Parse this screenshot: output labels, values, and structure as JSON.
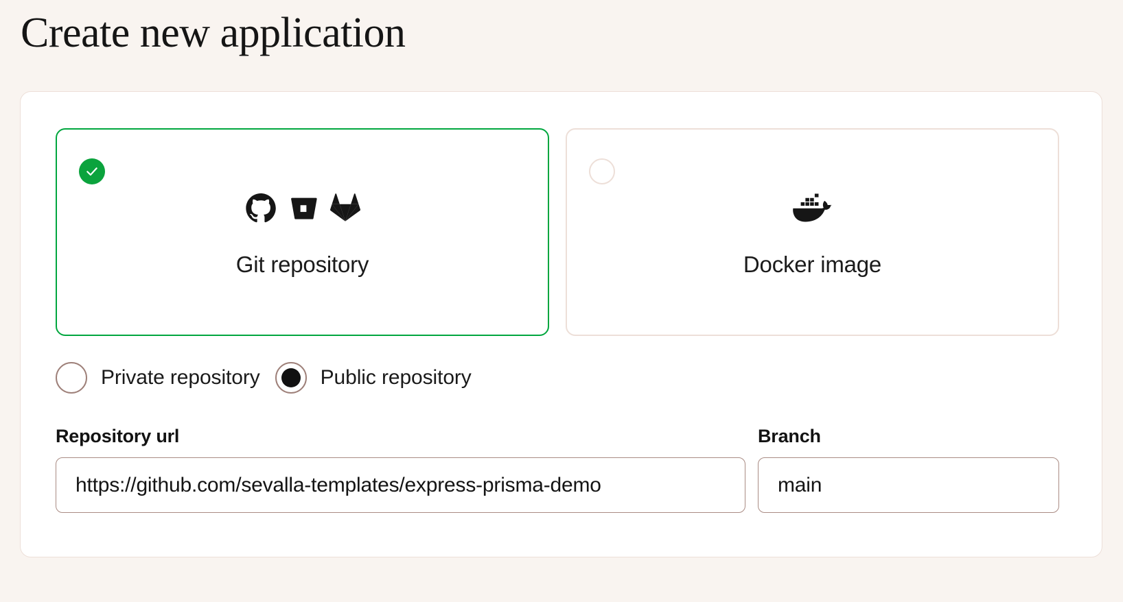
{
  "page": {
    "title": "Create new application",
    "accent_green": "#00a63e",
    "background": "#f9f4f0",
    "panel_border": "#eddfd8",
    "input_border": "#a98b83"
  },
  "source_cards": [
    {
      "id": "git-repository",
      "label": "Git repository",
      "selected": true,
      "icons": [
        "github-icon",
        "bitbucket-icon",
        "gitlab-icon"
      ]
    },
    {
      "id": "docker-image",
      "label": "Docker image",
      "selected": false,
      "icons": [
        "docker-icon"
      ]
    }
  ],
  "visibility": {
    "options": [
      {
        "id": "private",
        "label": "Private repository",
        "selected": false
      },
      {
        "id": "public",
        "label": "Public repository",
        "selected": true
      }
    ]
  },
  "fields": {
    "repository_url": {
      "label": "Repository url",
      "value": "https://github.com/sevalla-templates/express-prisma-demo",
      "placeholder": "Repository url"
    },
    "branch": {
      "label": "Branch",
      "value": "main",
      "placeholder": "Branch"
    }
  }
}
